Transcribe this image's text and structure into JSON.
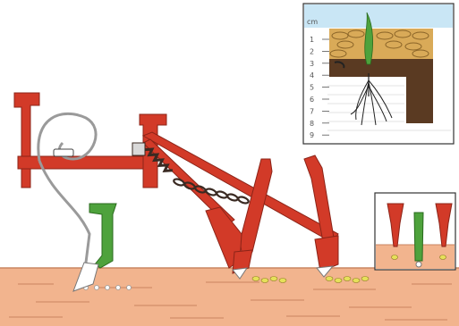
{
  "inset_depth": {
    "unit_label": "cm",
    "tick_labels": [
      "1",
      "2",
      "3",
      "4",
      "5",
      "6",
      "7",
      "8",
      "9"
    ]
  },
  "colors": {
    "implement_red": "#d23a28",
    "shank_green": "#4ea23c",
    "soil_tan": "#f2b48e",
    "soil_line": "#c98560",
    "seed_yellow": "#e6e05a",
    "sky_blue": "#c9e6f5",
    "chain_dark": "#3a2a22",
    "mulch_tan": "#d9aa58",
    "dark_soil": "#5a3a22"
  }
}
